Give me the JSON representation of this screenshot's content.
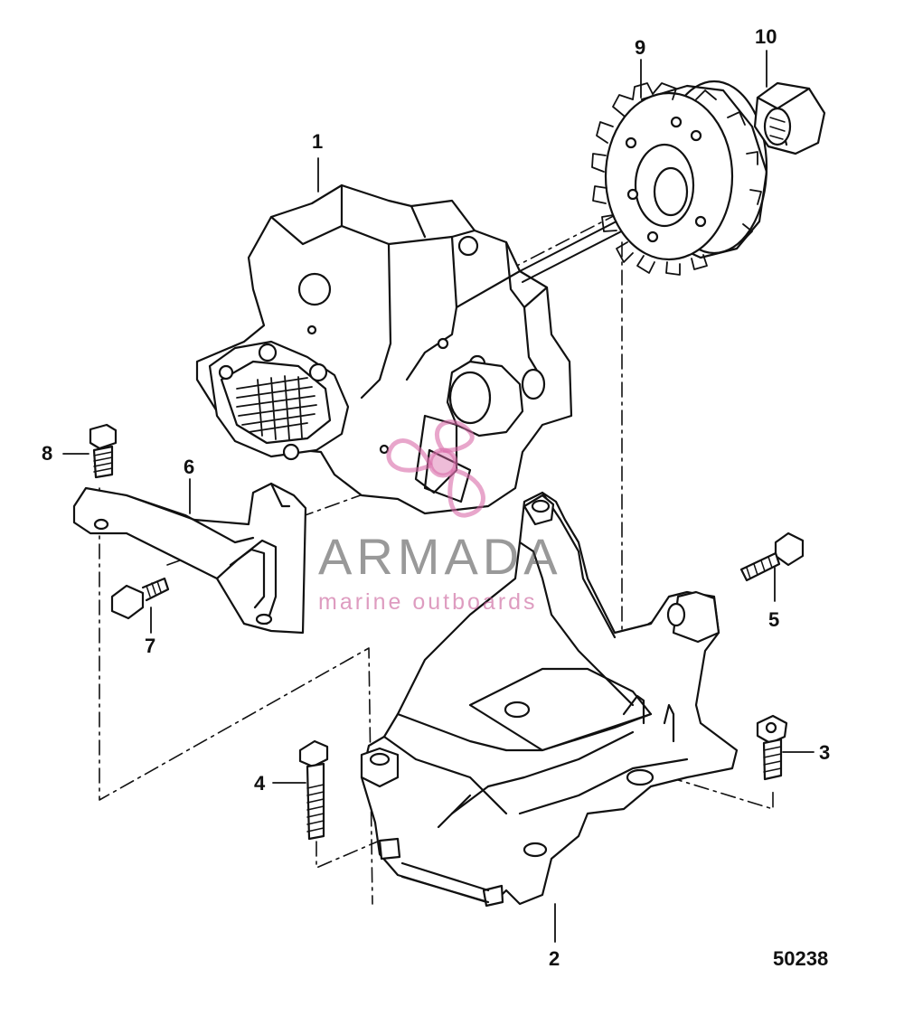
{
  "figure_number": "50238",
  "watermark": {
    "name": "ARMADA",
    "tagline": "marine outboards"
  },
  "callouts": [
    {
      "id": "1",
      "text": "1"
    },
    {
      "id": "2",
      "text": "2"
    },
    {
      "id": "3",
      "text": "3"
    },
    {
      "id": "4",
      "text": "4"
    },
    {
      "id": "5",
      "text": "5"
    },
    {
      "id": "6",
      "text": "6"
    },
    {
      "id": "7",
      "text": "7"
    },
    {
      "id": "8",
      "text": "8"
    },
    {
      "id": "9",
      "text": "9"
    },
    {
      "id": "10",
      "text": "10"
    }
  ],
  "colors": {
    "line": "#111111",
    "background": "#ffffff",
    "watermark_logo": "#d96aa8"
  }
}
